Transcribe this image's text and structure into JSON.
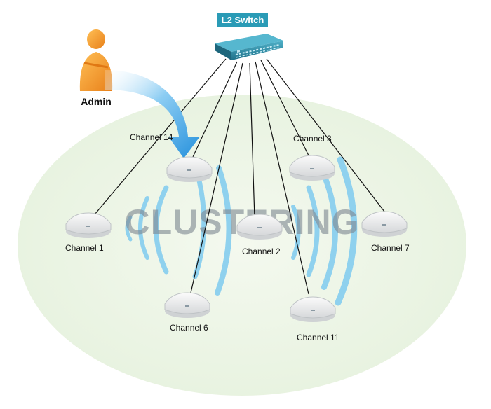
{
  "switch": {
    "label": "L2 Switch"
  },
  "admin": {
    "label": "Admin"
  },
  "watermark": "CLUSTERING",
  "access_points": [
    {
      "id": "ch14",
      "label": "Channel 14"
    },
    {
      "id": "ch3",
      "label": "Channel 3"
    },
    {
      "id": "ch1",
      "label": "Channel 1"
    },
    {
      "id": "ch2",
      "label": "Channel 2"
    },
    {
      "id": "ch7",
      "label": "Channel 7"
    },
    {
      "id": "ch6",
      "label": "Channel 6"
    },
    {
      "id": "ch11",
      "label": "Channel 11"
    }
  ],
  "colors": {
    "cluster_area": "#eaf4e4",
    "switch_badge": "#2a9bb6",
    "switch_body": "#2e8aa2",
    "wave": "#8fd1ee",
    "admin_arrow": "#3aa3e3",
    "admin_figure": "#f2941f",
    "cable": "#111111"
  }
}
